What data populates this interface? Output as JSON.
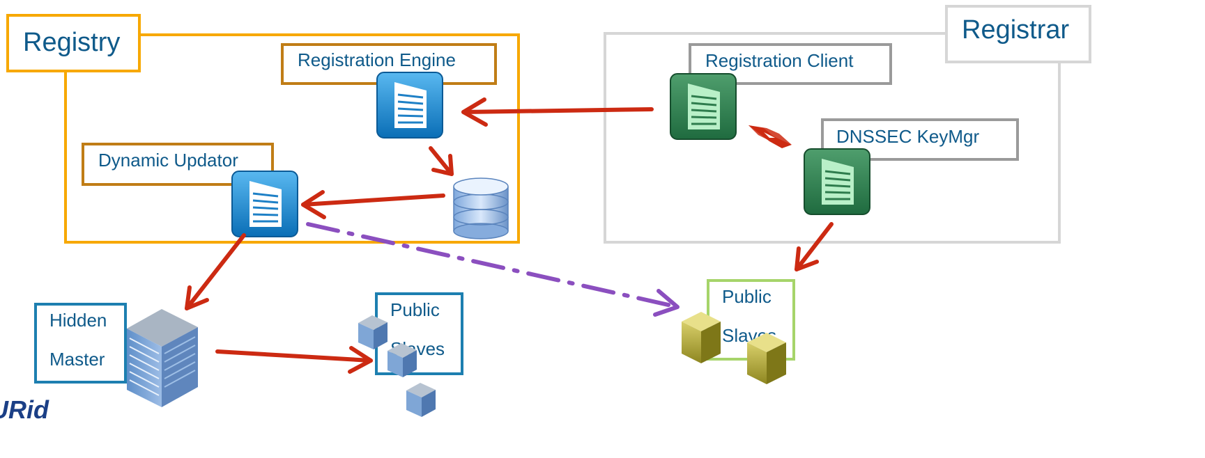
{
  "registry": {
    "title": "Registry",
    "color": "#f7a800"
  },
  "registrar": {
    "title": "Registrar",
    "color": "#d6d6d6"
  },
  "nodes": {
    "registration_engine": "Registration Engine",
    "dynamic_updator": "Dynamic Updator",
    "registration_client": "Registration Client",
    "dnssec_keymgr": "DNSSEC KeyMgr",
    "hidden_master": [
      "Hidden",
      "Master"
    ],
    "public_slaves_left": [
      "Public",
      "Slaves"
    ],
    "public_slaves_right": [
      "Public",
      "Slaves"
    ]
  },
  "logo_text": "URid",
  "colors": {
    "arrow_red": "#cc2a12",
    "arrow_purple": "#8b4fbf",
    "label_text": "#0f5a8a",
    "brown_box": "#c07d16",
    "gray_box": "#9a9a9a",
    "blue_box": "#1d7fb0",
    "green_box": "#a6d46a"
  }
}
